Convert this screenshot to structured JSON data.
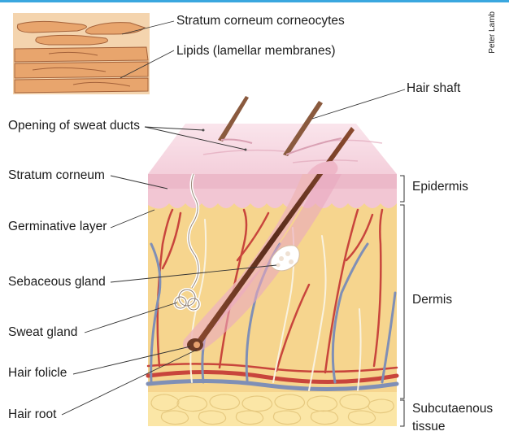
{
  "credit": "Peter Lamb",
  "labels": {
    "stratum_corneum_corneocytes": "Stratum corneum corneocytes",
    "lipids": "Lipids (lamellar membranes)",
    "hair_shaft": "Hair shaft",
    "opening_sweat_ducts": "Opening of sweat ducts",
    "stratum_corneum": "Stratum corneum",
    "germinative_layer": "Germinative layer",
    "sebaceous_gland": "Sebaceous gland",
    "sweat_gland": "Sweat gland",
    "hair_folicle": "Hair folicle",
    "hair_root": "Hair root",
    "epidermis": "Epidermis",
    "dermis": "Dermis",
    "subcutaneous_line1": "Subcutaenous",
    "subcutaneous_line2": "tissue"
  },
  "colors": {
    "accent_bar": "#3aa7df",
    "epidermis": "#f2c6d3",
    "dermis": "#f6d58e",
    "subcutaneous": "#fbe6a6",
    "artery": "#c8453c",
    "vein": "#7f8fb6",
    "hair": "#6e3a26",
    "inset_corneocytes": "#e8a56d"
  }
}
